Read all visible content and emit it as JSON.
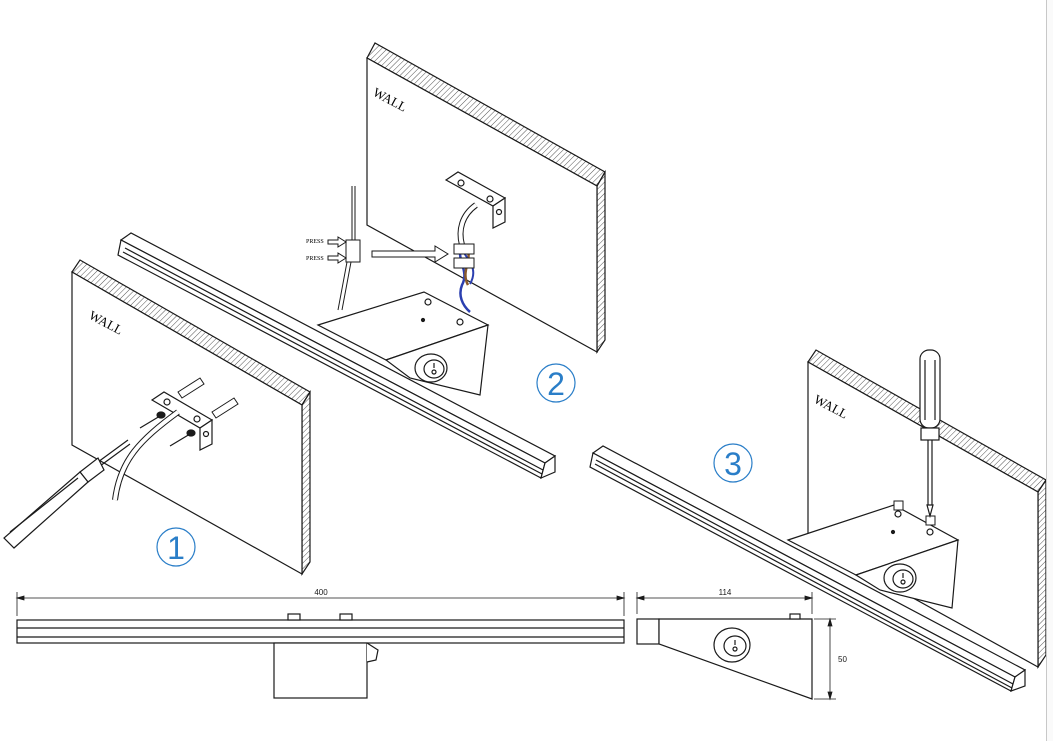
{
  "labels": {
    "wall_1": "WALL",
    "wall_2": "WALL",
    "wall_3": "WALL",
    "press_top": "PRESS",
    "press_bottom": "PRESS"
  },
  "steps": [
    {
      "number": "1"
    },
    {
      "number": "2"
    },
    {
      "number": "3"
    }
  ],
  "dimensions": {
    "length": "400",
    "depth": "114",
    "height": "50"
  },
  "colors": {
    "line": "#1a1a1a",
    "step_circle": "#2a7ec8",
    "wire_blue": "#2b3fb0",
    "wire_brown": "#8a5a2b",
    "hatch": "#555555"
  }
}
